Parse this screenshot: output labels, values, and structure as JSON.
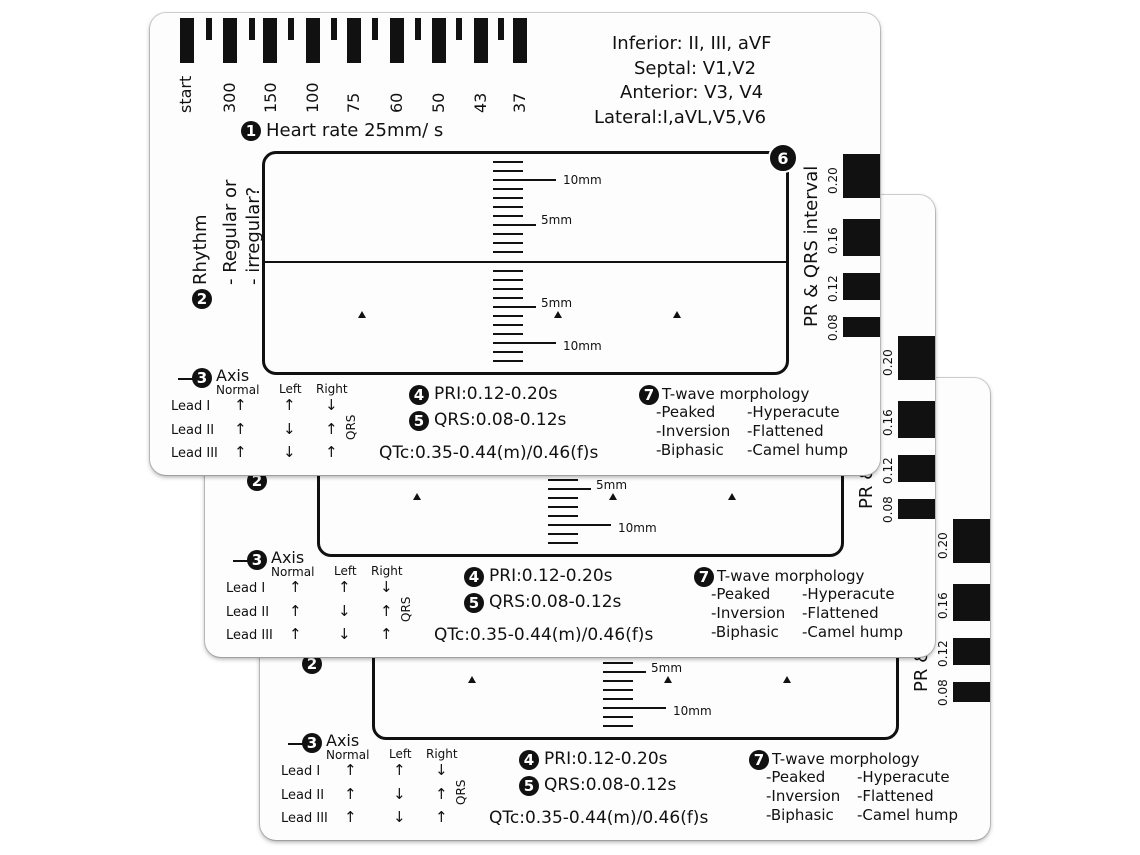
{
  "card": {
    "rate_numbers": [
      "start",
      "300",
      "150",
      "100",
      "75",
      "60",
      "50",
      "43",
      "37"
    ],
    "leads": {
      "inferior": "Inferior: II, III, aVF",
      "septal": "Septal: V1,V2",
      "anterior": "Anterior: V3, V4",
      "lateral": "Lateral:I,aVL,V5,V6"
    },
    "markers": [
      "1",
      "2",
      "3",
      "4",
      "5",
      "6",
      "7"
    ],
    "heart_rate": "Heart rate 25mm/ s",
    "rhythm": {
      "title": "Rhythm",
      "line1": "- Regular or",
      "line2": "- irregular?"
    },
    "ruler": {
      "top_10": "10mm",
      "top_5": "5mm",
      "bottom_5": "5mm",
      "bottom_10": "10mm"
    },
    "pr_qrs": {
      "title": "PR & QRS interval",
      "values": [
        "0.20",
        "0.16",
        "0.12",
        "0.08"
      ]
    },
    "axis": {
      "title": "Axis",
      "headers": [
        "Normal",
        "Left",
        "Right"
      ],
      "qrs": "QRS",
      "rows": [
        {
          "lead": "Lead I",
          "normal": "↑",
          "left": "↑",
          "right": "↓"
        },
        {
          "lead": "Lead II",
          "normal": "↑",
          "left": "↓",
          "right": "↑"
        },
        {
          "lead": "Lead III",
          "normal": "↑",
          "left": "↓",
          "right": "↑"
        }
      ]
    },
    "pri": "PRI:0.12-0.20s",
    "qrs": "QRS:0.08-0.12s",
    "qtc": "QTc:0.35-0.44(m)/0.46(f)s",
    "twave": {
      "title": "T-wave morphology",
      "col1": [
        "-Peaked",
        "-Inversion",
        "-Biphasic"
      ],
      "col2": [
        "-Hyperacute",
        "-Flattened",
        "-Camel hump"
      ]
    }
  }
}
